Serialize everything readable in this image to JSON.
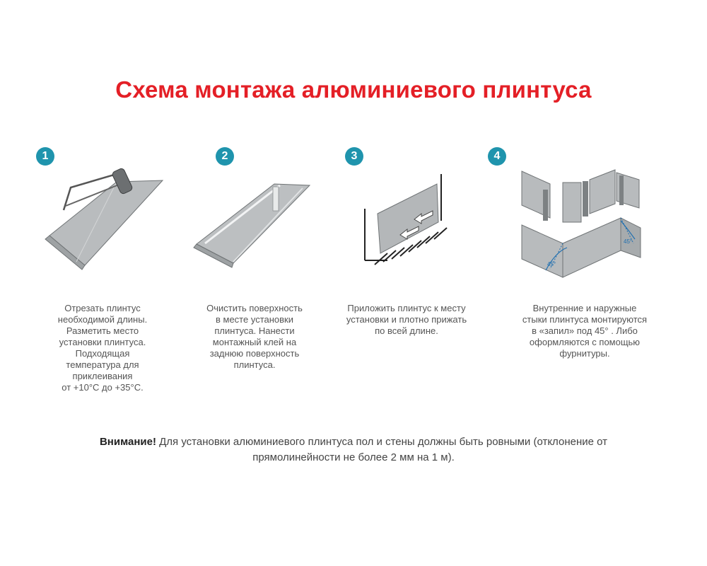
{
  "title": "Схема монтажа алюминиевого плинтуса",
  "steps": [
    {
      "number": "1",
      "icon": "hacksaw-cutting-plinth-icon",
      "lines": [
        "Отрезать плинтус",
        "необходимой длины.",
        "Разметить место",
        "установки плинтуса.",
        "Подходящая",
        "температура для",
        "приклеивания",
        "от +10°С до +35°С."
      ]
    },
    {
      "number": "2",
      "icon": "cleaning-plinth-surface-icon",
      "lines": [
        "Очистить поверхность",
        "в месте установки",
        "плинтуса. Нанести",
        "монтажный клей на",
        "заднюю поверхность",
        "плинтуса."
      ]
    },
    {
      "number": "3",
      "icon": "pressing-plinth-to-wall-icon",
      "lines": [
        "Приложить плинтус к месту",
        "установки и плотно прижать",
        "по всей длине."
      ]
    },
    {
      "number": "4",
      "icon": "corner-joints-45-icon",
      "lines": [
        "Внутренние и наружные",
        "стыки плинтуса монтируются",
        "в «запил» под 45° . Либо",
        "оформляются с помощью",
        "фурнитуры."
      ],
      "angle_labels": [
        "45°",
        "45°"
      ]
    }
  ],
  "note": {
    "bold": "Внимание!",
    "line1": " Для установки алюминиевого плинтуса пол и стены должны быть ровными (отклонение от",
    "line2": "прямолинейности не более 2 мм на 1 м)."
  }
}
